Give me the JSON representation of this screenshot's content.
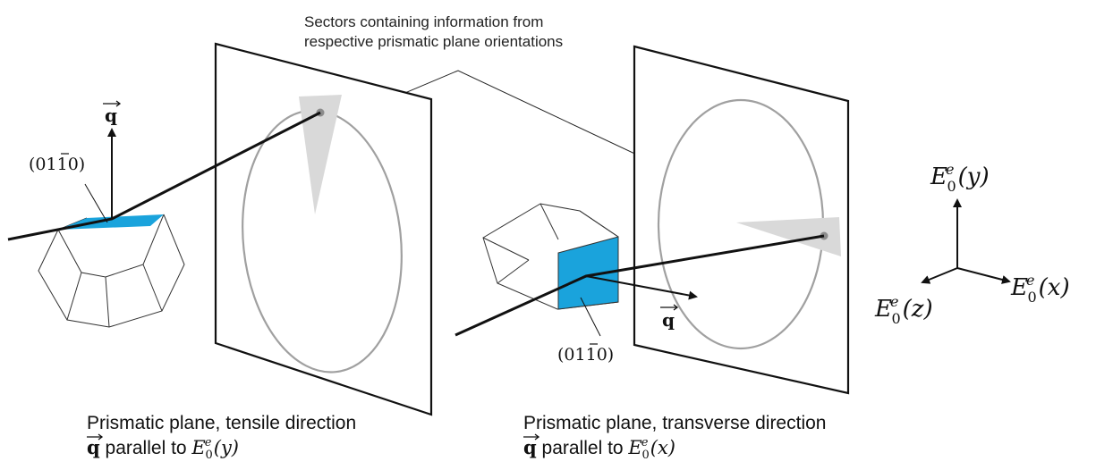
{
  "annotation": {
    "line1": "Sectors containing information from",
    "line2": "respective prismatic plane orientations"
  },
  "left_panel": {
    "vector_label": "q",
    "plane_label": "(01",
    "plane_label_overbar": "1",
    "plane_label_end": "0)",
    "caption_line1": "Prismatic plane, tensile direction",
    "caption_line2_prefix": "q",
    "caption_line2_text": " parallel to ",
    "caption_line2_field": "E",
    "caption_line2_sub": "0",
    "caption_line2_sup": "e",
    "caption_line2_arg": "(y)"
  },
  "right_panel": {
    "vector_label": "q",
    "plane_label": "(01",
    "plane_label_overbar": "1",
    "plane_label_end": "0)",
    "caption_line1": "Prismatic plane, transverse direction",
    "caption_line2_prefix": "q",
    "caption_line2_text": " parallel to ",
    "caption_line2_field": "E",
    "caption_line2_sub": "0",
    "caption_line2_sup": "e",
    "caption_line2_arg": "(x)"
  },
  "axes": {
    "y": {
      "field": "E",
      "sub": "0",
      "sup": "e",
      "arg": "(y)"
    },
    "x": {
      "field": "E",
      "sub": "0",
      "sup": "e",
      "arg": "(x)"
    },
    "z": {
      "field": "E",
      "sub": "0",
      "sup": "e",
      "arg": "(z)"
    }
  },
  "colors": {
    "plane_fill": "#1aa3dc",
    "ellipse": "#a0a0a0",
    "sector": "#d9d9d9",
    "line": "#111111"
  }
}
